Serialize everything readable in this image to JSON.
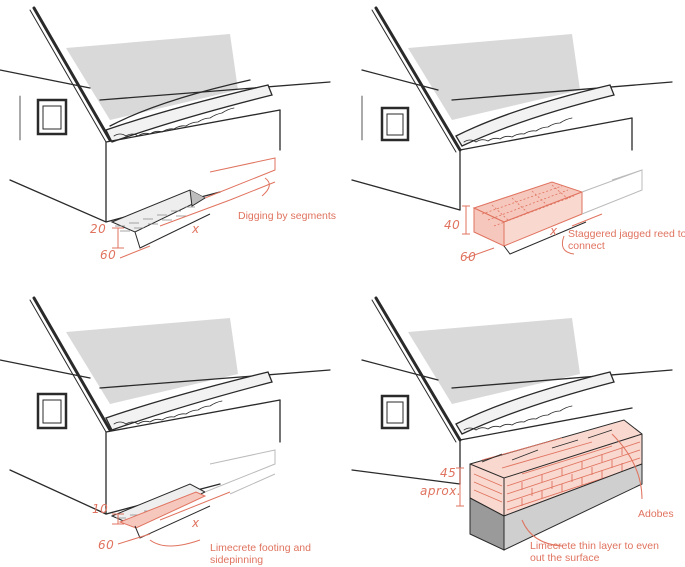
{
  "panels": [
    {
      "id": "p1",
      "label": "Digging by segments",
      "dims": {
        "h": "20",
        "w": "60",
        "x": "x"
      }
    },
    {
      "id": "p2",
      "label": "Staggered jagged reed to connect",
      "label_lines": [
        "Staggered jagged reed to",
        "connect"
      ],
      "dims": {
        "h": "40",
        "w": "60",
        "x": "x"
      }
    },
    {
      "id": "p3",
      "label": "Limecrete footing and sidepinning",
      "label_lines": [
        "Limecrete footing and",
        "sidepinning"
      ],
      "dims": {
        "h": "10",
        "w": "60",
        "x": "x"
      }
    },
    {
      "id": "p4",
      "labels": {
        "adobes": "Adobes",
        "limecrete": [
          "Limecrete thin layer to even",
          "out the surface"
        ]
      },
      "dims": {
        "h": "45",
        "approx": "aprox."
      }
    }
  ],
  "colors": {
    "accent": "#e0735f",
    "ink": "#2a2a2a",
    "shade": "#d9d9d9",
    "fill": "#f6c8bd"
  }
}
